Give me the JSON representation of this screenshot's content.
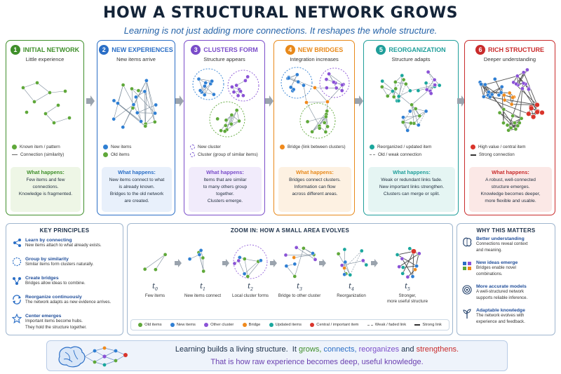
{
  "title": "HOW A STRUCTURAL NETWORK GROWS",
  "subtitle": "Learning is not just adding more connections. It reshapes the whole structure.",
  "stages": [
    {
      "num": "1",
      "title": "INITIAL NETWORK",
      "sub": "Little experience",
      "color": "#3f8f2a",
      "bg": "#eef6e6",
      "legend": [
        "Known item / pattern",
        "Connection (similarity)"
      ],
      "what_title": "What happens:",
      "what": [
        "Few items and few",
        "connections.",
        "Knowledge is fragmented."
      ]
    },
    {
      "num": "2",
      "title": "NEW EXPERIENCES",
      "sub": "New items arrive",
      "color": "#2a6ec6",
      "bg": "#e8f0fb",
      "legend": [
        "New items",
        "Old items"
      ],
      "what_title": "What happens:",
      "what": [
        "New items connect to what",
        "is already known.",
        "Bridges to the old network",
        "are created."
      ]
    },
    {
      "num": "3",
      "title": "CLUSTERS FORM",
      "sub": "Structure appears",
      "color": "#7a4cc9",
      "bg": "#f1ebfb",
      "legend": [
        "New cluster",
        "Cluster (group of similar items)"
      ],
      "what_title": "What happens:",
      "what": [
        "Items that are similar",
        "to many others group",
        "together.",
        "Clusters emerge."
      ]
    },
    {
      "num": "4",
      "title": "NEW BRIDGES",
      "sub": "Integration increases",
      "color": "#e8891a",
      "bg": "#fdf1e2",
      "legend": [
        "Bridge (link between clusters)"
      ],
      "what_title": "What happens:",
      "what": [
        "Bridges connect clusters.",
        "Information can flow",
        "across different areas."
      ]
    },
    {
      "num": "5",
      "title": "REORGANIZATION",
      "sub": "Structure adapts",
      "color": "#1f9e9a",
      "bg": "#e5f5f3",
      "legend": [
        "Reorganized / updated item",
        "Old / weak connection"
      ],
      "what_title": "What happens:",
      "what": [
        "Weak or redundant links fade.",
        "New important links strengthen.",
        "Clusters can merge or split."
      ]
    },
    {
      "num": "6",
      "title": "RICH STRUCTURE",
      "sub": "Deeper understanding",
      "color": "#c92b2b",
      "bg": "#fbe8e6",
      "legend": [
        "High value / central item",
        "Strong connection"
      ],
      "what_title": "What happens:",
      "what": [
        "A robust, well-connected",
        "structure emerges.",
        "Knowledge becomes deeper,",
        "more flexible and usable."
      ]
    }
  ],
  "principles": {
    "title": "KEY PRINCIPLES",
    "items": [
      {
        "h": "Learn by connecting",
        "d": [
          "New items attach to what already exists."
        ],
        "icon": "share-nodes-icon"
      },
      {
        "h": "Group by similarity",
        "d": [
          "Similar items form clusters naturally."
        ],
        "icon": "dashed-circle-icon"
      },
      {
        "h": "Create bridges",
        "d": [
          "Bridges allow ideas to combine."
        ],
        "icon": "bridge-nodes-icon"
      },
      {
        "h": "Reorganize continuously",
        "d": [
          "The network adapts as new evidence arrives."
        ],
        "icon": "cycle-arrows-icon"
      },
      {
        "h": "Center emerges",
        "d": [
          "Important items become hubs.",
          "They hold the structure together."
        ],
        "icon": "star-icon"
      }
    ]
  },
  "zoom": {
    "title": "ZOOM IN: HOW A SMALL AREA EVOLVES",
    "steps": [
      {
        "t": "t",
        "sub": "0",
        "cap": [
          "Few items"
        ]
      },
      {
        "t": "t",
        "sub": "1",
        "cap": [
          "New items connect"
        ]
      },
      {
        "t": "t",
        "sub": "2",
        "cap": [
          "Local cluster forms"
        ]
      },
      {
        "t": "t",
        "sub": "3",
        "cap": [
          "Bridge to other cluster"
        ]
      },
      {
        "t": "t",
        "sub": "4",
        "cap": [
          "Reorganization"
        ]
      },
      {
        "t": "t",
        "sub": "5",
        "cap": [
          "Stronger,",
          "more useful structure"
        ]
      }
    ],
    "legend": [
      "Old items",
      "New items",
      "Other cluster",
      "Bridge",
      "Updated items",
      "Central / important item",
      "Weak / faded link",
      "Strong link"
    ]
  },
  "why": {
    "title": "WHY THIS MATTERS",
    "items": [
      {
        "h": "Better understanding",
        "d": [
          "Connections reveal context",
          "and meaning."
        ],
        "icon": "brain-icon"
      },
      {
        "h": "New ideas emerge",
        "d": [
          "Bridges enable novel",
          "combinations."
        ],
        "icon": "puzzle-icon"
      },
      {
        "h": "More accurate models",
        "d": [
          "A well-structured network",
          "supports reliable inference."
        ],
        "icon": "target-icon"
      },
      {
        "h": "Adaptable knowledge",
        "d": [
          "The network evolves with",
          "experience and feedback."
        ],
        "icon": "sprout-icon"
      }
    ]
  },
  "banner": {
    "l1_a": "Learning builds a living structure.",
    "l1_b": "It",
    "grows": "grows,",
    "connects": "connects,",
    "reorganizes": "reorganizes",
    "and": "and",
    "strengthens": "strengthens.",
    "l2": "That is how raw experience becomes deep, useful knowledge."
  },
  "colors": {
    "old": "#5fa83a",
    "new": "#2f7fd3",
    "other": "#8a52d6",
    "bridge": "#f08a1c",
    "updated": "#1aa79d",
    "central": "#d9342b"
  }
}
